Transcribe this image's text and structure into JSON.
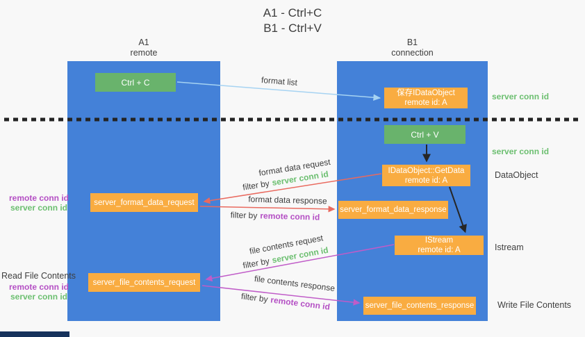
{
  "title": {
    "line1": "A1 - Ctrl+C",
    "line2": "B1 - Ctrl+V"
  },
  "lanes": {
    "left": {
      "title": "A1",
      "subtitle": "remote"
    },
    "right": {
      "title": "B1",
      "subtitle": "connection"
    }
  },
  "nodes": {
    "ctrl_c": {
      "label": "Ctrl + C"
    },
    "ctrl_v": {
      "label": "Ctrl + V"
    },
    "save_dataobject": {
      "line1": "保存IDataObject",
      "line2": "remote id: A"
    },
    "getdata": {
      "line1": "IDataObject::GetData",
      "line2": "remote id: A"
    },
    "istream": {
      "line1": "IStream",
      "line2": "remote id: A"
    },
    "server_format_data_request": {
      "label": "server_format_data_request"
    },
    "server_format_data_response": {
      "label": "server_format_data_response"
    },
    "server_file_contents_request": {
      "label": "server_file_contents_request"
    },
    "server_file_contents_response": {
      "label": "server_file_contents_response"
    }
  },
  "edge_labels": {
    "format_list": "format list",
    "format_data_request": "format data request",
    "format_data_response": "format data response",
    "file_contents_request": "file contents request",
    "file_contents_response": "file contents response",
    "filter_by": "filter by",
    "server_conn_id": "server conn id",
    "remote_conn_id": "remote conn id"
  },
  "side_labels": {
    "server_conn_id_right_top": "server conn id",
    "server_conn_id_right_mid": "server conn id",
    "dataobject": "DataObject",
    "istream": "Istream",
    "write_file_contents": "Write File Contents",
    "read_file_contents": "Read File Contents",
    "remote_conn_id_left_top": "remote conn id",
    "server_conn_id_left_top": "server conn id",
    "remote_conn_id_left_bottom": "remote conn id",
    "server_conn_id_left_bottom": "server conn id"
  },
  "colors": {
    "lane_blue": "#4481d8",
    "node_green": "#69b36c",
    "node_orange": "#f9ac41",
    "arrow_light_blue": "#a6d3f2",
    "arrow_red": "#e96a5f",
    "arrow_purple": "#c05cc8",
    "arrow_black": "#262626",
    "label_green": "#6cbf70",
    "label_purple": "#b44fc4",
    "text_dark": "#3e3e3e",
    "background": "#f8f8f8",
    "footer_strip": "#16325c"
  }
}
